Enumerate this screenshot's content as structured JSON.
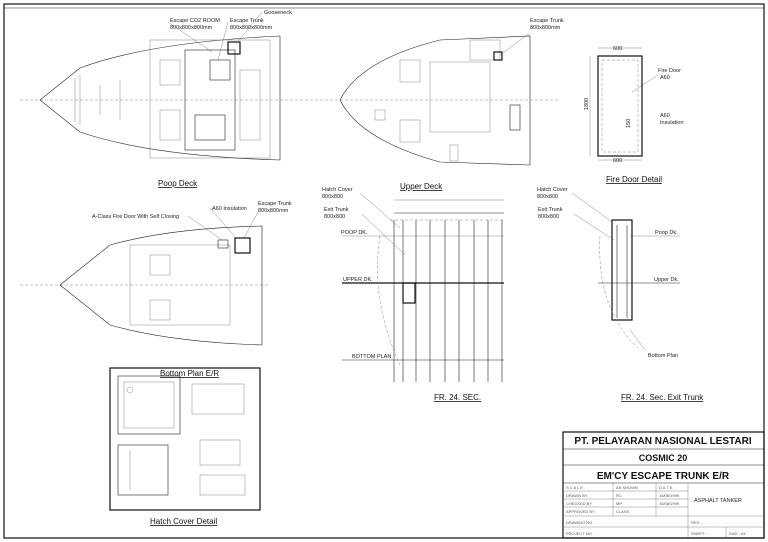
{
  "views": {
    "poop_deck": {
      "title": "Poop Deck",
      "labels": {
        "gooseneck": "Gooseneck",
        "escape_co2": "Escape CO2 ROOM",
        "escape_co2_size": "800x800x800mm",
        "escape_trunk": "Escape Trunk",
        "escape_trunk_size": "800x800x800mm"
      }
    },
    "upper_deck": {
      "title": "Upper Deck",
      "labels": {
        "escape_trunk": "Escape Trunk",
        "escape_trunk_size": "800x800mm"
      }
    },
    "fire_door": {
      "title": "Fire Door Detail",
      "labels": {
        "width_top": "600",
        "width_bottom": "600",
        "height": "1800",
        "sill": "150",
        "fire_door": "Fire Door",
        "fire_door_rating": "A60",
        "insulation": "A60",
        "insulation_label": "Insulation"
      }
    },
    "bottom_plan": {
      "title": "Bottom Plan E/R",
      "labels": {
        "a60": "A60 Insulation",
        "fire_door": "A-Class Fire Door With Self Closing",
        "escape_trunk": "Escape Trunk",
        "escape_trunk_size": "800x800mm"
      }
    },
    "fr24_sec": {
      "title": "FR. 24. SEC.",
      "labels": {
        "hatch_cover": "Hatch Cover",
        "hatch_cover_size": "800x800",
        "exit_trunk": "Exit Trunk",
        "exit_trunk_size": "800x800",
        "poop_dk": "POOP DK.",
        "upper_dk": "UPPER DK.",
        "bottom_plan": "BOTTOM PLAN"
      }
    },
    "fr24_exit": {
      "title": "FR. 24. Sec. Exit Trunk",
      "labels": {
        "hatch_cover": "Hatch Cover",
        "hatch_cover_size": "800x800",
        "exit_trunk": "Exit Trunk",
        "exit_trunk_size": "800x800",
        "poop_dk": "Poop Dk.",
        "upper_dk": "Upper Dk.",
        "bottom_plan": "Bottom Plan"
      }
    },
    "hatch_cover": {
      "title": "Hatch Cover Detail"
    }
  },
  "title_block": {
    "company": "PT. PELAYARAN NASIONAL LESTARI",
    "ship": "COSMIC 20",
    "drawing_title": "EM'CY ESCAPE TRUNK E/R",
    "ship_type": "ASPHALT TANKER",
    "scale_value": "AS SHOWN",
    "drawn_by": "RC",
    "checked_by": "MP",
    "approved_by": "CLASS",
    "date_1": "15/08/1999",
    "date_2": "15/08/1999",
    "drawing_no_label": "DRAWING NO :",
    "rev": "REV. : -",
    "sheet": "SHEET : -",
    "size": "SIZE : A1",
    "fields": {
      "scale": "S C A L E",
      "drawn": "DRAWN BY",
      "checked": "CHECKED BY",
      "approved": "APPROVED BY",
      "date": "D A T E",
      "project": "PROJECT NO :"
    }
  }
}
